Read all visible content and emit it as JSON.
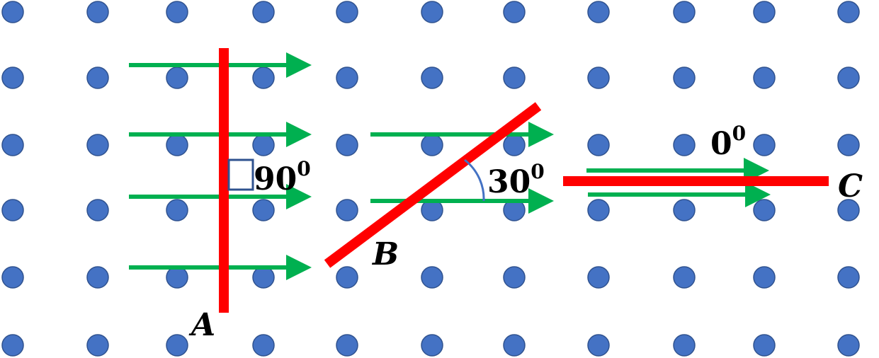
{
  "colors": {
    "dot": "#4472C4",
    "dot_border": "#2F528F",
    "line": "#FF0000",
    "arrow": "#00B050",
    "angle_mark": "#2F528F",
    "arc": "#4472C4"
  },
  "grid": {
    "rows": 6,
    "cols": 11
  },
  "lines": {
    "A": {
      "label": "A",
      "angle_label": "90",
      "angle_sup": "0",
      "angle_deg": 90
    },
    "B": {
      "label": "B",
      "angle_label": "30",
      "angle_sup": "0",
      "angle_deg": 30
    },
    "C": {
      "label": "C",
      "angle_label": "0",
      "angle_sup": "0",
      "angle_deg": 0
    }
  }
}
